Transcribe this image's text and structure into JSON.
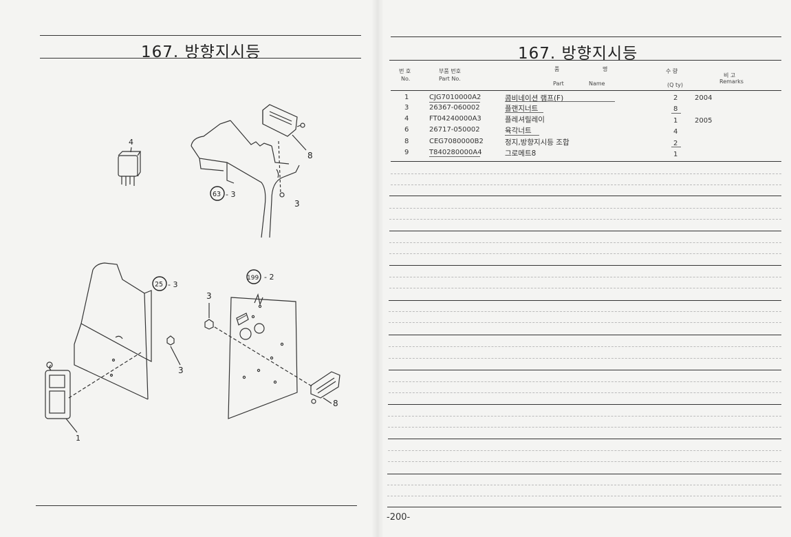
{
  "left_page": {
    "title": "167. 방향지시등",
    "callouts": {
      "part_4": "4",
      "part_8_top": "8",
      "ref_63": "63",
      "ref_63_qty": "- 3",
      "part_3_top": "3",
      "ref_25": "25",
      "ref_25_qty": "- 3",
      "part_3_mid": "3",
      "part_1": "1",
      "ref_199": "199",
      "ref_199_qty": "- 2",
      "part_3_right": "3",
      "part_8_bottom": "8"
    }
  },
  "right_page": {
    "title": "167. 방향지시등",
    "headers": {
      "no_ko": "번 호",
      "no_en": "No.",
      "part_no_ko": "부품 번호",
      "part_no_en": "Part  No.",
      "name_ko_1": "품",
      "name_ko_2": "명",
      "name_en_1": "Part",
      "name_en_2": "Name",
      "qty_ko": "수  량",
      "qty_en": "(Q ty)",
      "remarks_ko": "비 고",
      "remarks_en": "Remarks"
    },
    "rows": [
      {
        "no": "1",
        "part_no": "CJG7010000A2",
        "name": "콤비네이션 램프(F)",
        "qty": "2",
        "remarks": "2004"
      },
      {
        "no": "3",
        "part_no": "26367-060002",
        "name": "플랜지너트",
        "qty": "8",
        "remarks": ""
      },
      {
        "no": "4",
        "part_no": "FT04240000A3",
        "name": "플레셔릴레이",
        "qty": "1",
        "remarks": "2005"
      },
      {
        "no": "6",
        "part_no": "26717-050002",
        "name": "육각너트",
        "qty": "4",
        "remarks": ""
      },
      {
        "no": "8",
        "part_no": "CEG7080000B2",
        "name": "정지,방향지시등 조합",
        "qty": "2",
        "remarks": ""
      },
      {
        "no": "9",
        "part_no": "T840280000A4",
        "name": "그로메트8",
        "qty": "1",
        "remarks": ""
      }
    ],
    "page_number": "-200-"
  }
}
